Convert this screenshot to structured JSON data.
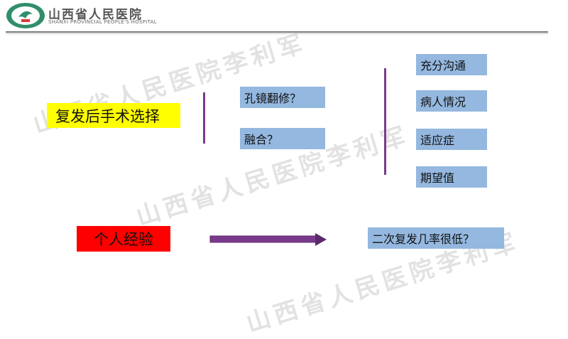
{
  "header": {
    "hospital_name": "山西省人民医院",
    "hospital_name_en": "SHANXI PROVINCIAL PEOPLE'S HOSPITAL",
    "logo_icon": "hospital-emblem-icon",
    "accent": "#2f8f6a"
  },
  "watermark": {
    "text": "山西省人民医院李利军"
  },
  "diagram": {
    "main_choice": "复发后手术选择",
    "options": [
      "孔镜翻修？",
      "融合？"
    ],
    "considerations": [
      "充分沟通",
      "病人情况",
      "适应症",
      "期望值"
    ],
    "experience_label": "个人经验",
    "experience_result": "二次复发几率很低？"
  },
  "colors": {
    "yellow_box": "#ffff00",
    "blue_box": "#94b8df",
    "red_box": "#ff0000",
    "bracket": "#7a3a8c",
    "arrow": "#7a3a8c"
  }
}
